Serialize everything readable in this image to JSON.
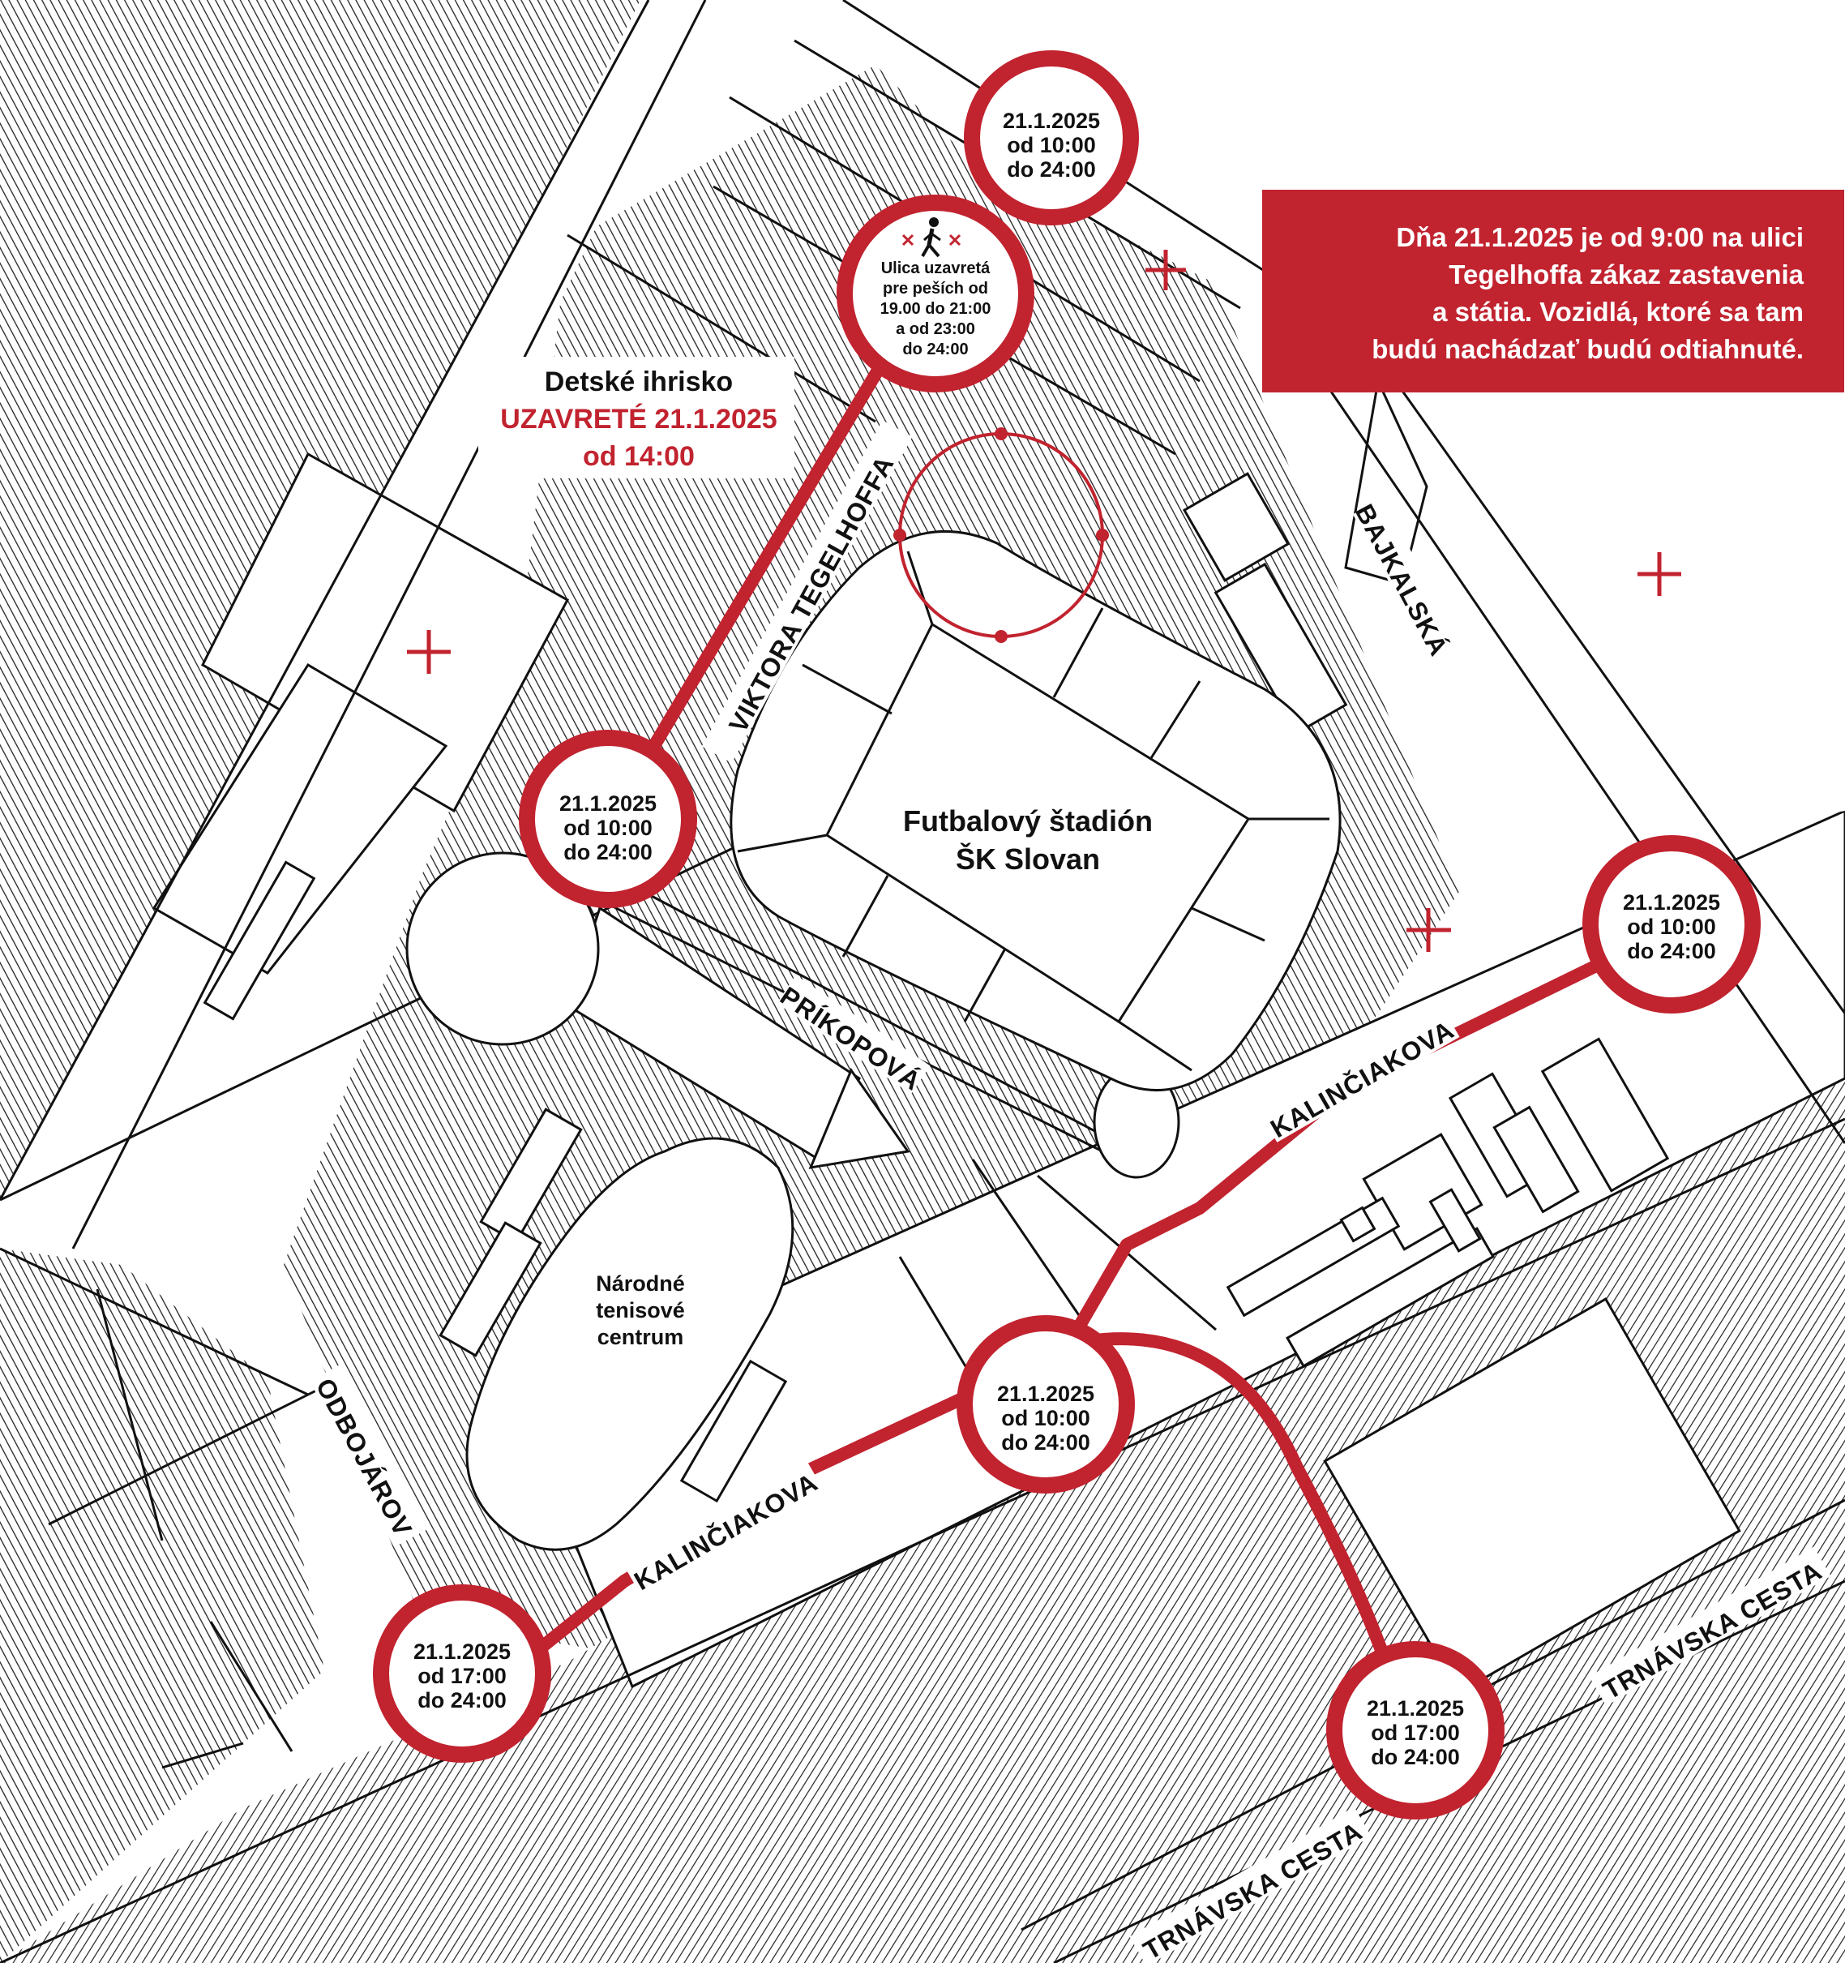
{
  "colors": {
    "accent": "#c1232f",
    "ink": "#111111",
    "paper": "#ffffff"
  },
  "notice": {
    "lines": [
      "Dňa 21.1.2025 je od 9:00 na ulici",
      "Tegelhoffa zákaz zastavenia",
      "a státia. Vozidlá, ktoré sa tam",
      "budú nachádzať budú odtiahnuté."
    ]
  },
  "places": {
    "stadium": [
      "Futbalový štadión",
      "ŠK Slovan"
    ],
    "tennis": [
      "Národné",
      "tenisové",
      "centrum"
    ],
    "playground": {
      "title": "Detské ihrisko",
      "closed": "UZAVRETÉ 21.1.2025",
      "time": "od 14:00"
    }
  },
  "streets": {
    "tegelhoffa": "VIKTORA TEGELHOFFA",
    "prikopova": "PRÍKOPOVÁ",
    "bajkalska": "BAJKALSKÁ",
    "kalinciakova_upper": "KALINČIAKOVA",
    "kalinciakova_lower": "KALINČIAKOVA",
    "odbojarov": "ODBOJÁROV",
    "trnavska_left": "TRNÁVSKA CESTA",
    "trnavska_right": "TRNÁVSKA CESTA"
  },
  "closures": {
    "top": [
      "21.1.2025",
      "od 10:00",
      "do 24:00"
    ],
    "pedestrian": [
      "Ulica uzavretá",
      "pre peších od",
      "19.00 do 21:00",
      "a od 23:00",
      "do 24:00"
    ],
    "pedestrian_icon": "pedestrian-closed-icon",
    "tegelhoffa_south": [
      "21.1.2025",
      "od 10:00",
      "do 24:00"
    ],
    "east": [
      "21.1.2025",
      "od 10:00",
      "do 24:00"
    ],
    "center": [
      "21.1.2025",
      "od 10:00",
      "do 24:00"
    ],
    "southwest": [
      "21.1.2025",
      "od 17:00",
      "do 24:00"
    ],
    "southeast": [
      "21.1.2025",
      "od 17:00",
      "do 24:00"
    ]
  }
}
